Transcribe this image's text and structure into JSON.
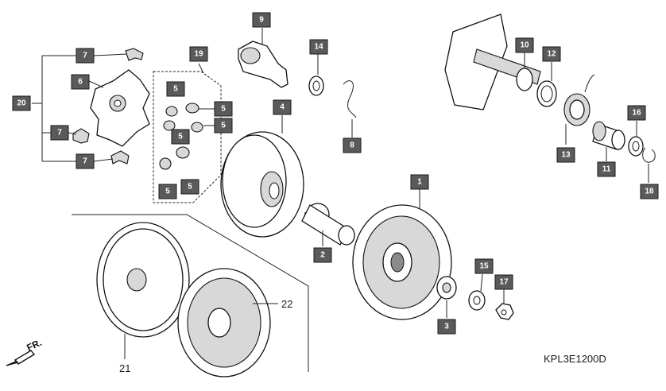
{
  "callouts": {
    "c1": "1",
    "c2": "2",
    "c3": "3",
    "c4": "4",
    "c5a": "5",
    "c5b": "5",
    "c5c": "5",
    "c5d": "5",
    "c5e": "5",
    "c5f": "5",
    "c6": "6",
    "c7a": "7",
    "c7b": "7",
    "c7c": "7",
    "c8": "8",
    "c9": "9",
    "c10": "10",
    "c11": "11",
    "c12": "12",
    "c13": "13",
    "c14": "14",
    "c15": "15",
    "c16": "16",
    "c17": "17",
    "c18": "18",
    "c19": "19",
    "c20": "20"
  },
  "labels": {
    "l21": "21",
    "l22": "22",
    "direction": "FR.",
    "code": "KPL3E1200D"
  }
}
